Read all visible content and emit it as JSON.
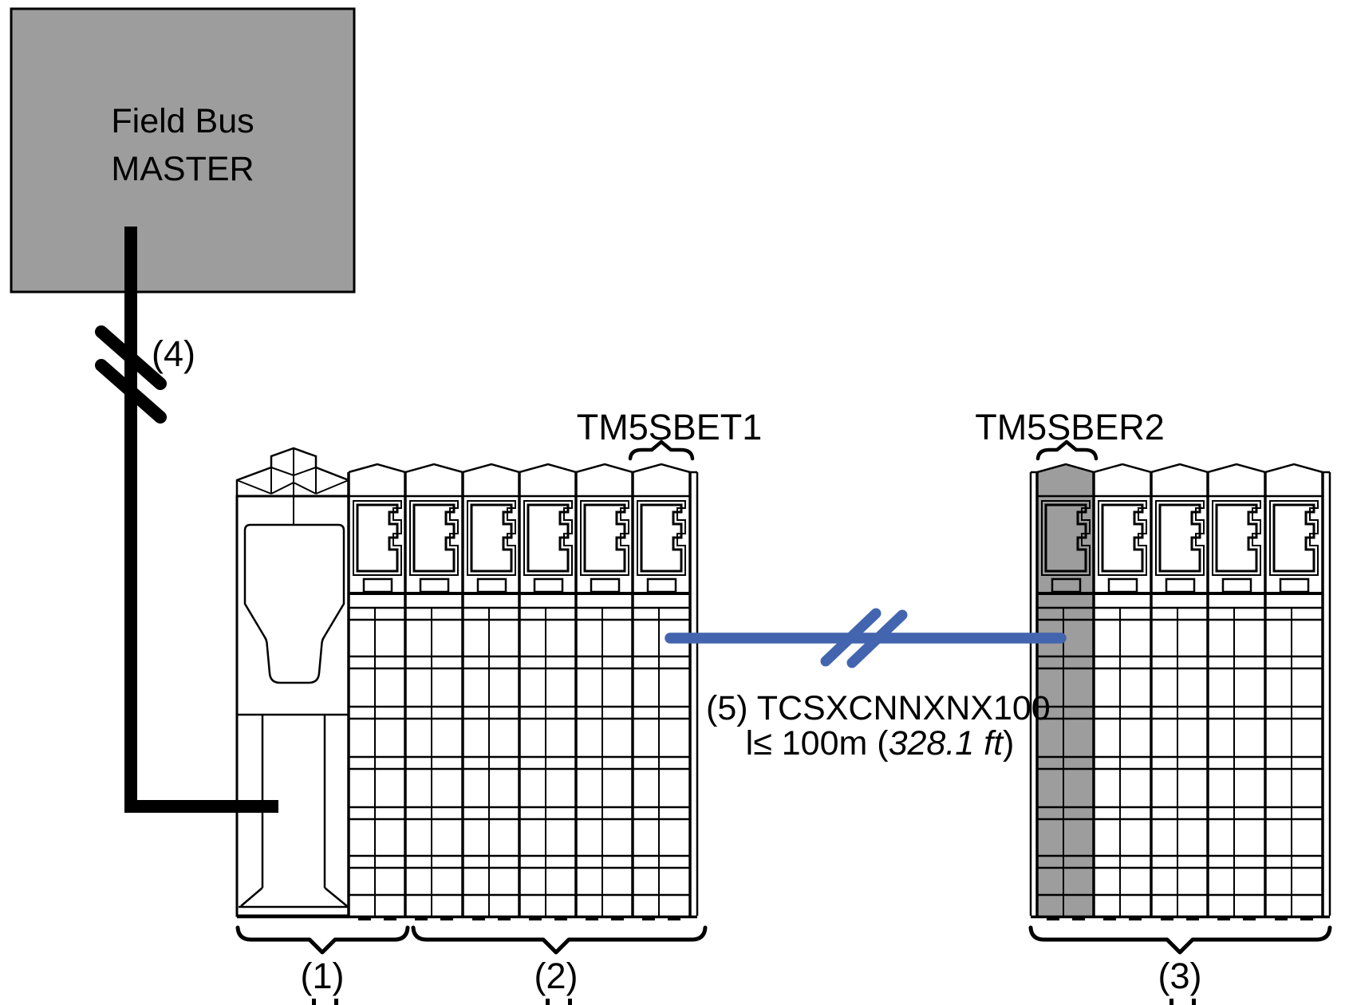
{
  "master": {
    "line1": "Field Bus",
    "line2": "MASTER"
  },
  "left_station": {
    "transmitter_module_label": "TM5SBET1",
    "callout_bus_coupler": "(1)",
    "callout_expansion_modules": "(2)"
  },
  "right_station": {
    "receiver_module_label": "TM5SBER2",
    "callout_remote_island": "(3)"
  },
  "fieldbus_link": {
    "callout": "(4)"
  },
  "expansion_cable": {
    "reference_line": "(5) TCSXCNNXNX100",
    "length_prefix": "l≤ 100m (",
    "length_value": "328.1 ft",
    "length_suffix": ")"
  },
  "colors": {
    "device_gray": "#9d9d9d",
    "cable_blue": "#4365af"
  }
}
